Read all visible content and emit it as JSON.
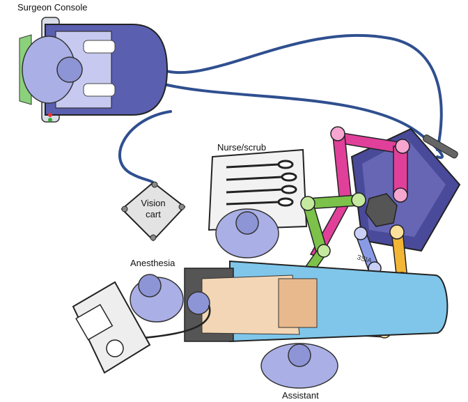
{
  "labels": {
    "surgeon_console": "Surgeon Console",
    "nurse_scrub": "Nurse/scrub",
    "vision_line1": "Vision",
    "vision_line2": "cart",
    "anesthesia": "Anesthesia",
    "assistant": "Assistant",
    "robot_marking": "3SIA"
  },
  "colors": {
    "cable": "#2f4f8f",
    "console_body": "#5a5fb0",
    "person": "#aab0e6",
    "table": "#7fc6ea",
    "arm_pink": "#e0409a",
    "arm_green": "#7cc24a",
    "arm_blue": "#8a9be6",
    "arm_orange": "#f2b634",
    "robot_base": "#4a4a9a"
  }
}
